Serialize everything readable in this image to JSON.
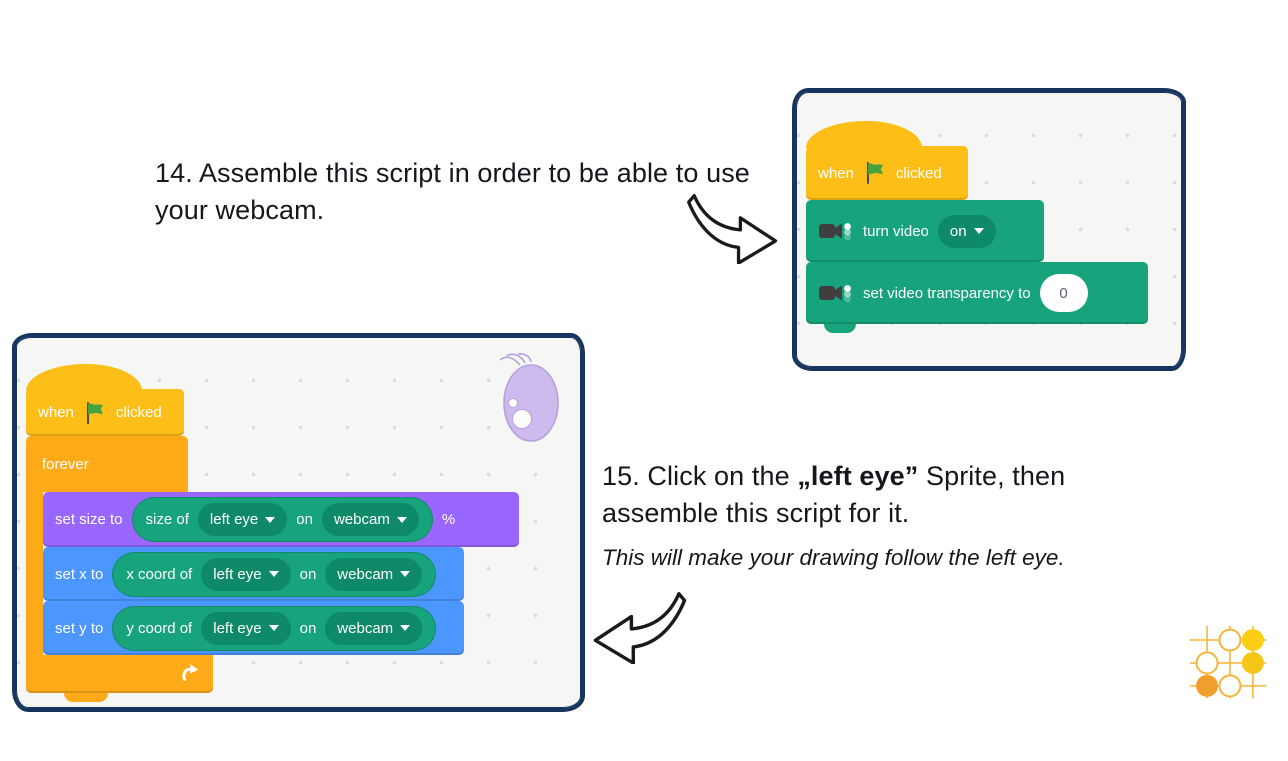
{
  "colors": {
    "ink": "#15171c",
    "navy": "#17355e",
    "panel-bg": "#f6f6f5",
    "events": "#fdbf17",
    "control": "#ffab19",
    "looks": "#9966ff",
    "motion": "#4c97ff",
    "green": "#17a47d",
    "green-dark": "#0e8a68",
    "flag-green": "#44a33f",
    "camera-gray": "#3f3f40",
    "logo-yellow": "#fbcd15",
    "logo-yellow2": "#f5c518",
    "logo-orange": "#f09e2e",
    "logo-line": "#f5b335",
    "sprite-fill": "#cdbbee",
    "sprite-line": "#b4a1de"
  },
  "icons": {
    "green_flag": "⚑",
    "video_camera": "🎥",
    "dropdown_caret": "▼",
    "loop_arrow": "↻",
    "arrow_right": "⇨",
    "arrow_left": "⇦"
  },
  "step14": {
    "text": "14. Assemble this script in order to be able to use your webcam."
  },
  "step15": {
    "prefix": "15. Click on the ",
    "highlight": "„left eye”",
    "suffix": " Sprite, then assemble this script for it.",
    "note": "This will make your drawing follow the left eye."
  },
  "webcam_panel": {
    "hat": {
      "when": "when",
      "clicked": "clicked"
    },
    "turn_video": {
      "label": "turn video",
      "value": "on"
    },
    "set_transparency": {
      "label": "set video transparency to",
      "value": "0"
    }
  },
  "lefteye_panel": {
    "hat": {
      "when": "when",
      "clicked": "clicked"
    },
    "forever_label": "forever",
    "set_size": {
      "label": "set size to",
      "reporter": "size of",
      "part": "left eye",
      "on": "on",
      "source": "webcam",
      "suffix": "%"
    },
    "set_x": {
      "label": "set x to",
      "reporter": "x coord of",
      "part": "left eye",
      "on": "on",
      "source": "webcam"
    },
    "set_y": {
      "label": "set y to",
      "reporter": "y coord of",
      "part": "left eye",
      "on": "on",
      "source": "webcam"
    }
  }
}
